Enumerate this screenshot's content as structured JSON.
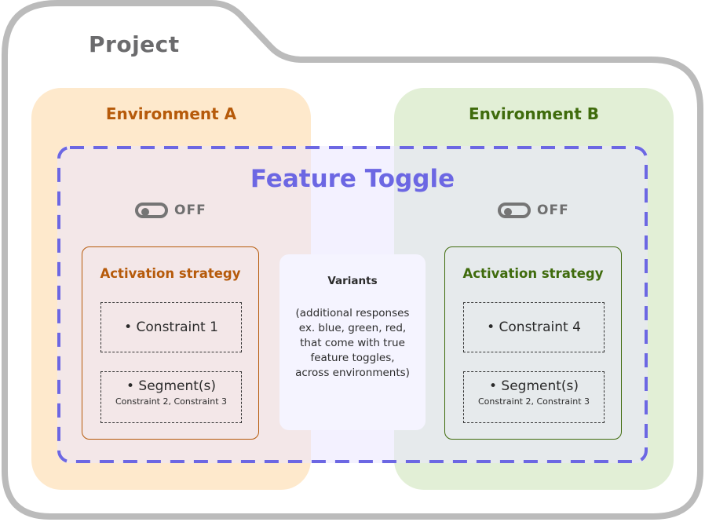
{
  "project": {
    "title": "Project"
  },
  "colors": {
    "project_outline": "#bbbbbb",
    "env_a_bg": "#fee9cc",
    "env_a_accent": "#b65a0a",
    "env_b_bg": "#e2efd6",
    "env_b_accent": "#3f6b0c",
    "feature_toggle_accent": "#6c67e3",
    "variants_bg": "#f5f4ff",
    "toggle_gray": "#757575"
  },
  "feature_toggle": {
    "title": "Feature Toggle"
  },
  "environments": [
    {
      "title": "Environment A",
      "toggle": {
        "state": "OFF"
      },
      "strategy": {
        "title": "Activation strategy",
        "constraint": "•  Constraint 1",
        "segment": {
          "title": "•  Segment(s)",
          "constraints": "Constraint 2, Constraint 3"
        }
      }
    },
    {
      "title": "Environment B",
      "toggle": {
        "state": "OFF"
      },
      "strategy": {
        "title": "Activation strategy",
        "constraint": "•  Constraint 4",
        "segment": {
          "title": "•  Segment(s)",
          "constraints": "Constraint 2, Constraint 3"
        }
      }
    }
  ],
  "variants": {
    "title": "Variants",
    "description": "(additional responses ex. blue, green, red, that come with true feature toggles, across environments)"
  }
}
